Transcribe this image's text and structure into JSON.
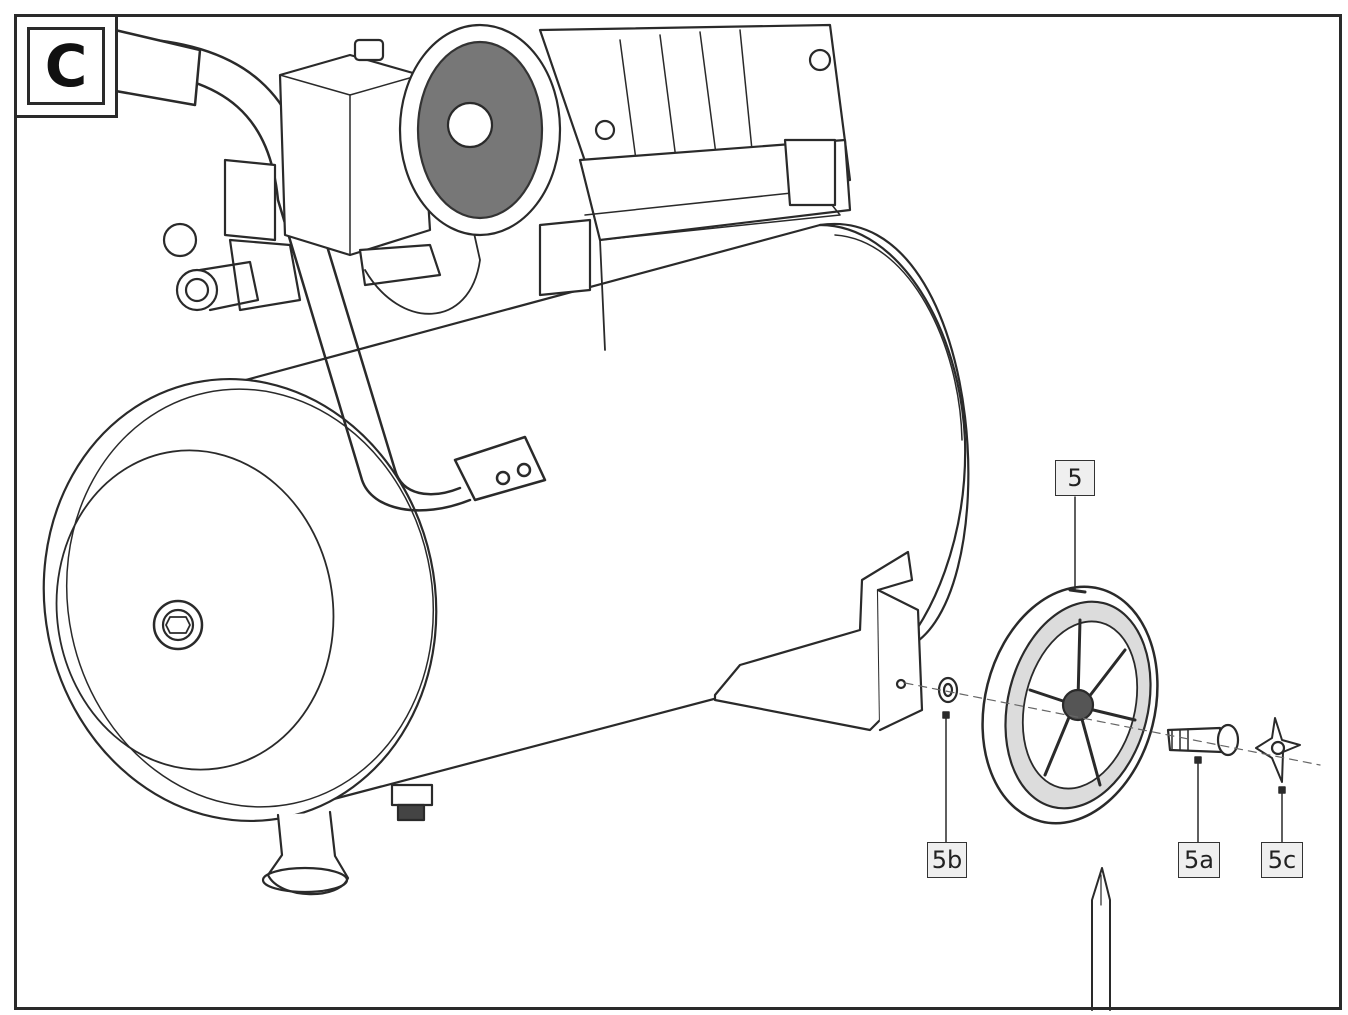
{
  "panel": {
    "letter": "C"
  },
  "callouts": {
    "part_5": "5",
    "part_5a": "5a",
    "part_5b": "5b",
    "part_5c": "5c"
  },
  "colors": {
    "line": "#2a2a2a",
    "callout_fill": "#efefef"
  }
}
